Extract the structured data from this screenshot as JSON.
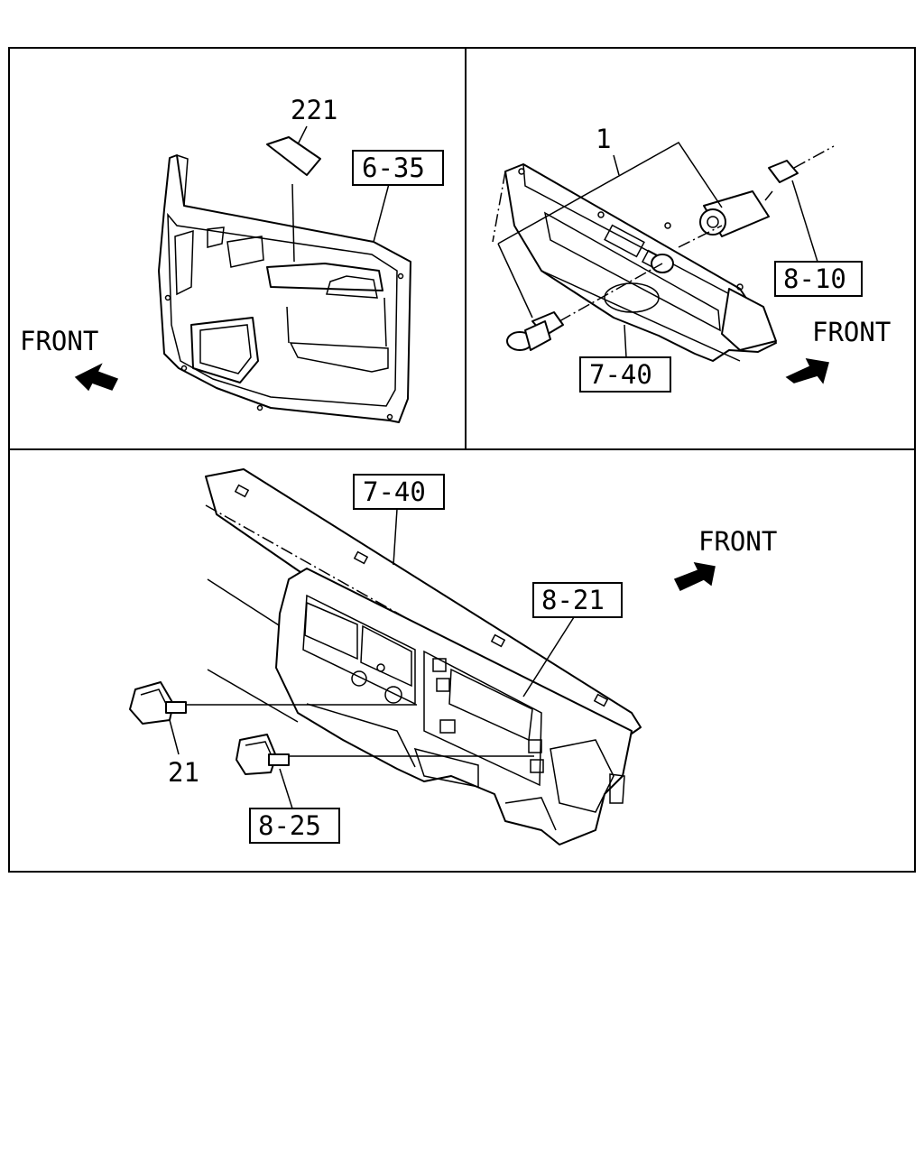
{
  "panels": {
    "door": {
      "part_221": "221",
      "ref_6_35": "6-35",
      "front": "FRONT"
    },
    "panel": {
      "part_1": "1",
      "ref_8_10": "8-10",
      "ref_7_40": "7-40",
      "front": "FRONT"
    },
    "dashboard": {
      "ref_7_40": "7-40",
      "ref_8_21": "8-21",
      "part_21": "21",
      "ref_8_25": "8-25",
      "front": "FRONT"
    }
  },
  "icons": {
    "front_arrow": "front-arrow-icon"
  }
}
